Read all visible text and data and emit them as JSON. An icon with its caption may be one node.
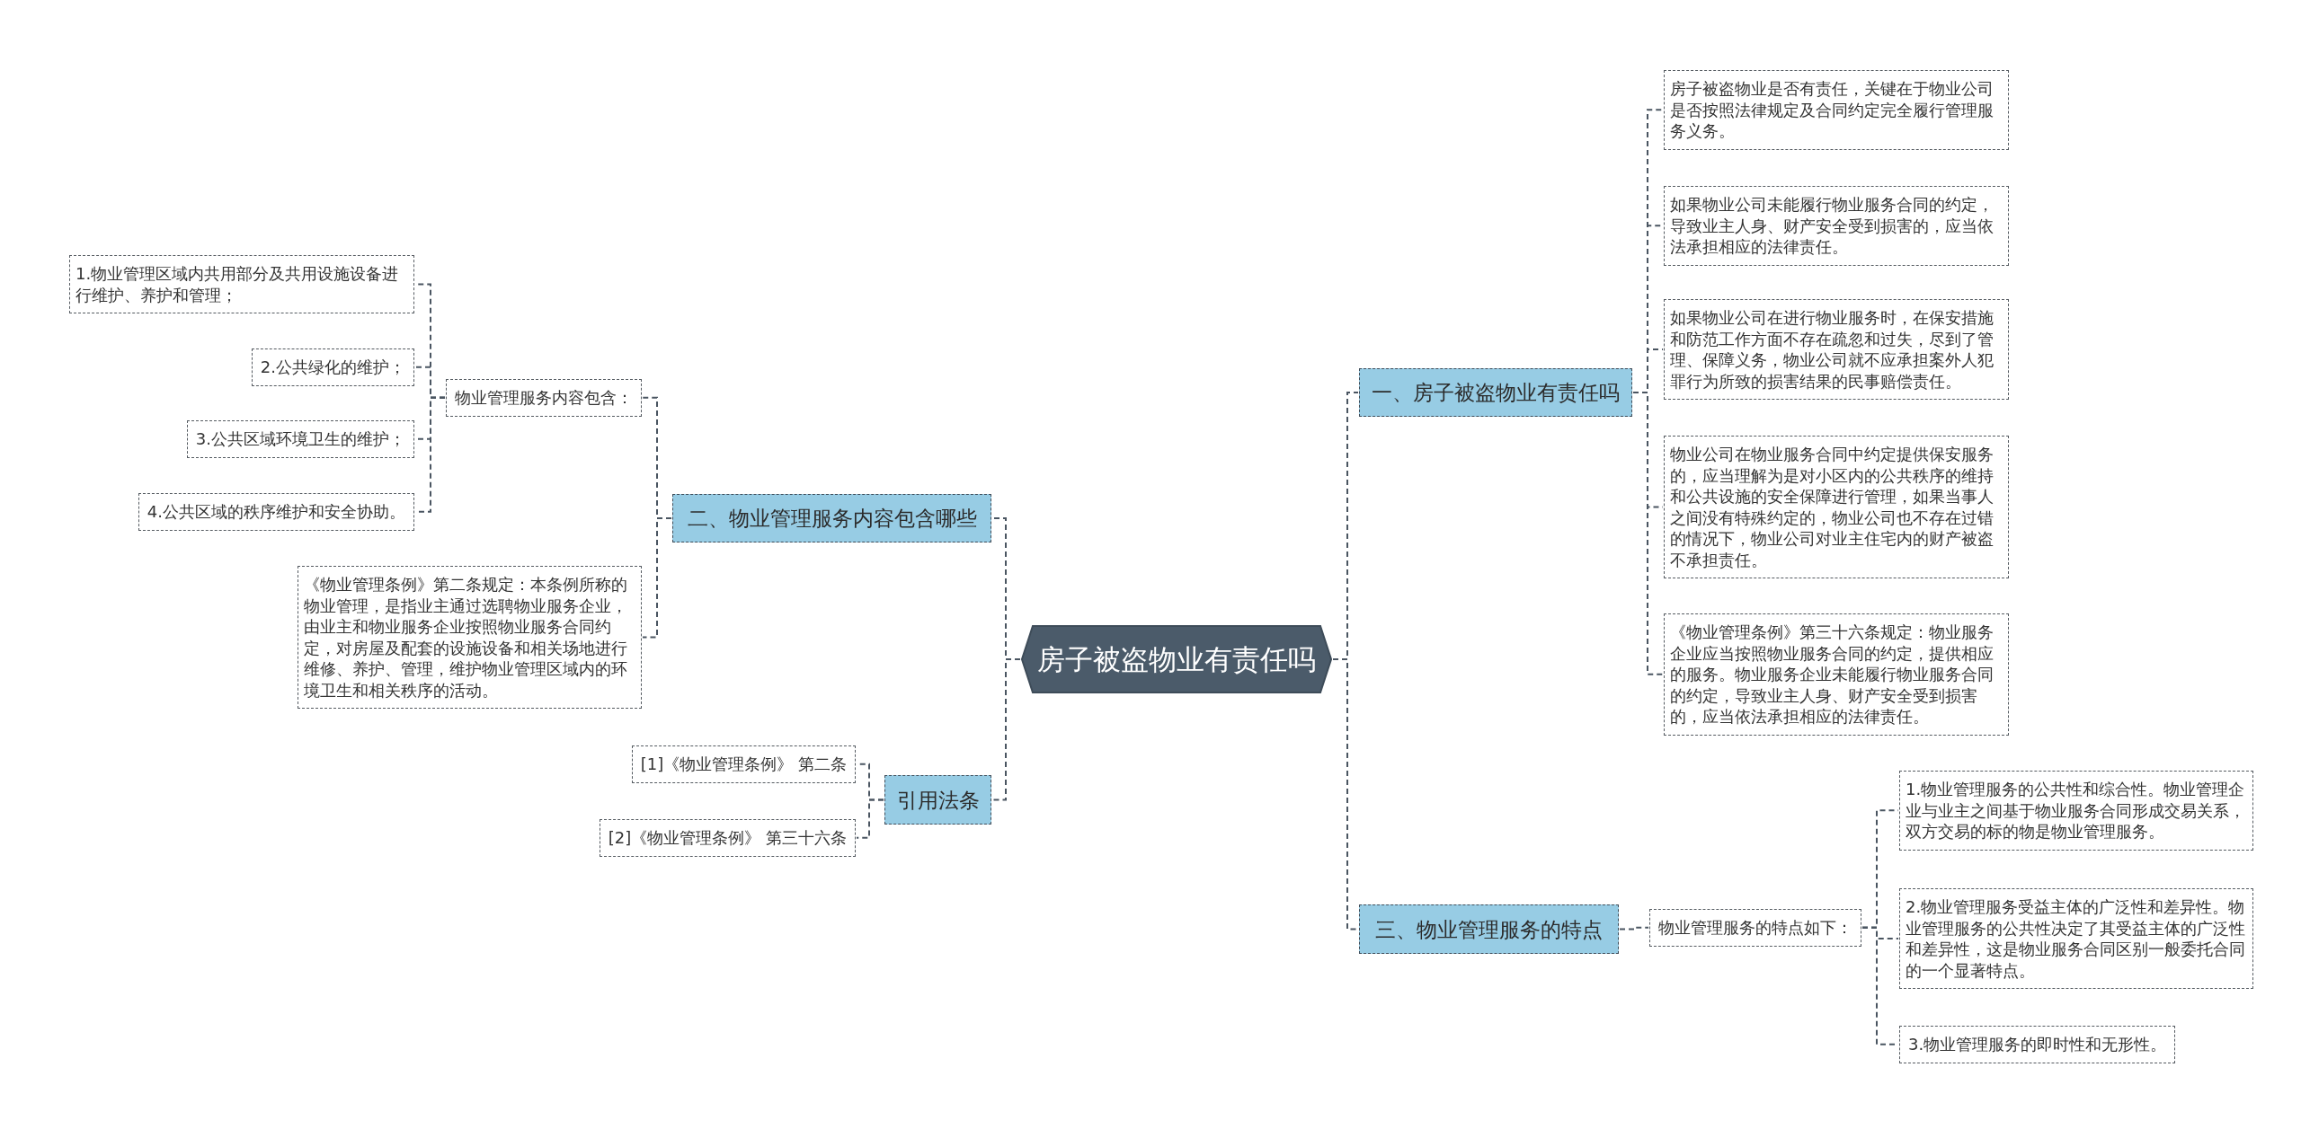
{
  "diagram": {
    "nodes": [
      {
        "text": [
          "房子被盗物业有责任吗"
        ]
      },
      {
        "text": [
          "二、物业管理服务内容包含哪些"
        ]
      },
      {
        "text": [
          "物业管理服务内容包含："
        ]
      },
      {
        "text": [
          "1.物业管理区域内共用部分及共用设施设备进行维护、养护和管理；"
        ]
      },
      {
        "text": [
          "2.公共绿化的维护；"
        ]
      },
      {
        "text": [
          "3.公共区域环境卫生的维护；"
        ]
      },
      {
        "text": [
          "4.公共区域的秩序维护和安全协助。"
        ]
      },
      {
        "text": [
          "《物业管理条例》第二条规定：本条例所称的物业管理，是指业主通过选聘物业服务企业，由业主和物业服务企业按照物业服务合同约定，对房屋及配套的设施设备和相关场地进行维修、养护、管理，维护物业管理区域内的环境卫生和相关秩序的活动。"
        ]
      },
      {
        "text": [
          "引用法条"
        ]
      },
      {
        "text": [
          "[1]《物业管理条例》 第二条"
        ]
      },
      {
        "text": [
          "[2]《物业管理条例》 第三十六条"
        ]
      },
      {
        "text": [
          "一、房子被盗物业有责任吗"
        ]
      },
      {
        "text": [
          "房子被盗物业是否有责任，关键在于物业公司是否按照法律规定及合同约定完全履行管理服务义务。"
        ]
      },
      {
        "text": [
          "如果物业公司未能履行物业服务合同的约定，导致业主人身、财产安全受到损害的，应当依法承担相应的法律责任。"
        ]
      },
      {
        "text": [
          "如果物业公司在进行物业服务时，在保安措施和防范工作方面不存在疏忽和过失，尽到了管理、保障义务，物业公司就不应承担案外人犯罪行为所致的损害结果的民事赔偿责任。"
        ]
      },
      {
        "text": [
          "物业公司在物业服务合同中约定提供保安服务的，应当理解为是对小区内的公共秩序的维持和公共设施的安全保障进行管理，如果当事人之间没有特殊约定的，物业公司也不存在过错的情况下，物业公司对业主住宅内的财产被盗不承担责任。"
        ]
      },
      {
        "text": [
          "《物业管理条例》第三十六条规定：物业服务企业应当按照物业服务合同的约定，提供相应的服务。物业服务企业未能履行物业服务合同的约定，导致业主人身、财产安全受到损害的，应当依法承担相应的法律责任。"
        ]
      },
      {
        "text": [
          "三、物业管理服务的特点"
        ]
      },
      {
        "text": [
          "物业管理服务的特点如下："
        ]
      },
      {
        "text": [
          "1.物业管理服务的公共性和综合性。物业管理企业与业主之间基于物业服务合同形成交易关系，双方交易的标的物是物业管理服务。"
        ]
      },
      {
        "text": [
          "2.物业管理服务受益主体的广泛性和差异性。物业管理服务的公共性决定了其受益主体的广泛性和差异性，这是物业服务合同区别一般委托合同的一个显著特点。"
        ]
      },
      {
        "text": [
          "3.物业管理服务的即时性和无形性。"
        ]
      }
    ],
    "edges": [
      {
        "from": 0,
        "to": 1,
        "arrow": "none",
        "style": "dashed"
      },
      {
        "from": 1,
        "to": 2,
        "arrow": "none",
        "style": "dashed"
      },
      {
        "from": 2,
        "to": 3,
        "arrow": "none",
        "style": "dashed"
      },
      {
        "from": 2,
        "to": 4,
        "arrow": "none",
        "style": "dashed"
      },
      {
        "from": 2,
        "to": 5,
        "arrow": "none",
        "style": "dashed"
      },
      {
        "from": 2,
        "to": 6,
        "arrow": "none",
        "style": "dashed"
      },
      {
        "from": 1,
        "to": 7,
        "arrow": "none",
        "style": "dashed"
      },
      {
        "from": 0,
        "to": 8,
        "arrow": "none",
        "style": "dashed"
      },
      {
        "from": 8,
        "to": 9,
        "arrow": "none",
        "style": "dashed"
      },
      {
        "from": 8,
        "to": 10,
        "arrow": "none",
        "style": "dashed"
      },
      {
        "from": 0,
        "to": 11,
        "arrow": "none",
        "style": "dashed"
      },
      {
        "from": 11,
        "to": 12,
        "arrow": "none",
        "style": "dashed"
      },
      {
        "from": 11,
        "to": 13,
        "arrow": "none",
        "style": "dashed"
      },
      {
        "from": 11,
        "to": 14,
        "arrow": "none",
        "style": "dashed"
      },
      {
        "from": 11,
        "to": 15,
        "arrow": "none",
        "style": "dashed"
      },
      {
        "from": 11,
        "to": 16,
        "arrow": "none",
        "style": "dashed"
      },
      {
        "from": 0,
        "to": 17,
        "arrow": "none",
        "style": "dashed"
      },
      {
        "from": 17,
        "to": 18,
        "arrow": "none",
        "style": "dashed"
      },
      {
        "from": 18,
        "to": 19,
        "arrow": "none",
        "style": "dashed"
      },
      {
        "from": 18,
        "to": 20,
        "arrow": "none",
        "style": "dashed"
      },
      {
        "from": 18,
        "to": 21,
        "arrow": "none",
        "style": "dashed"
      }
    ]
  }
}
